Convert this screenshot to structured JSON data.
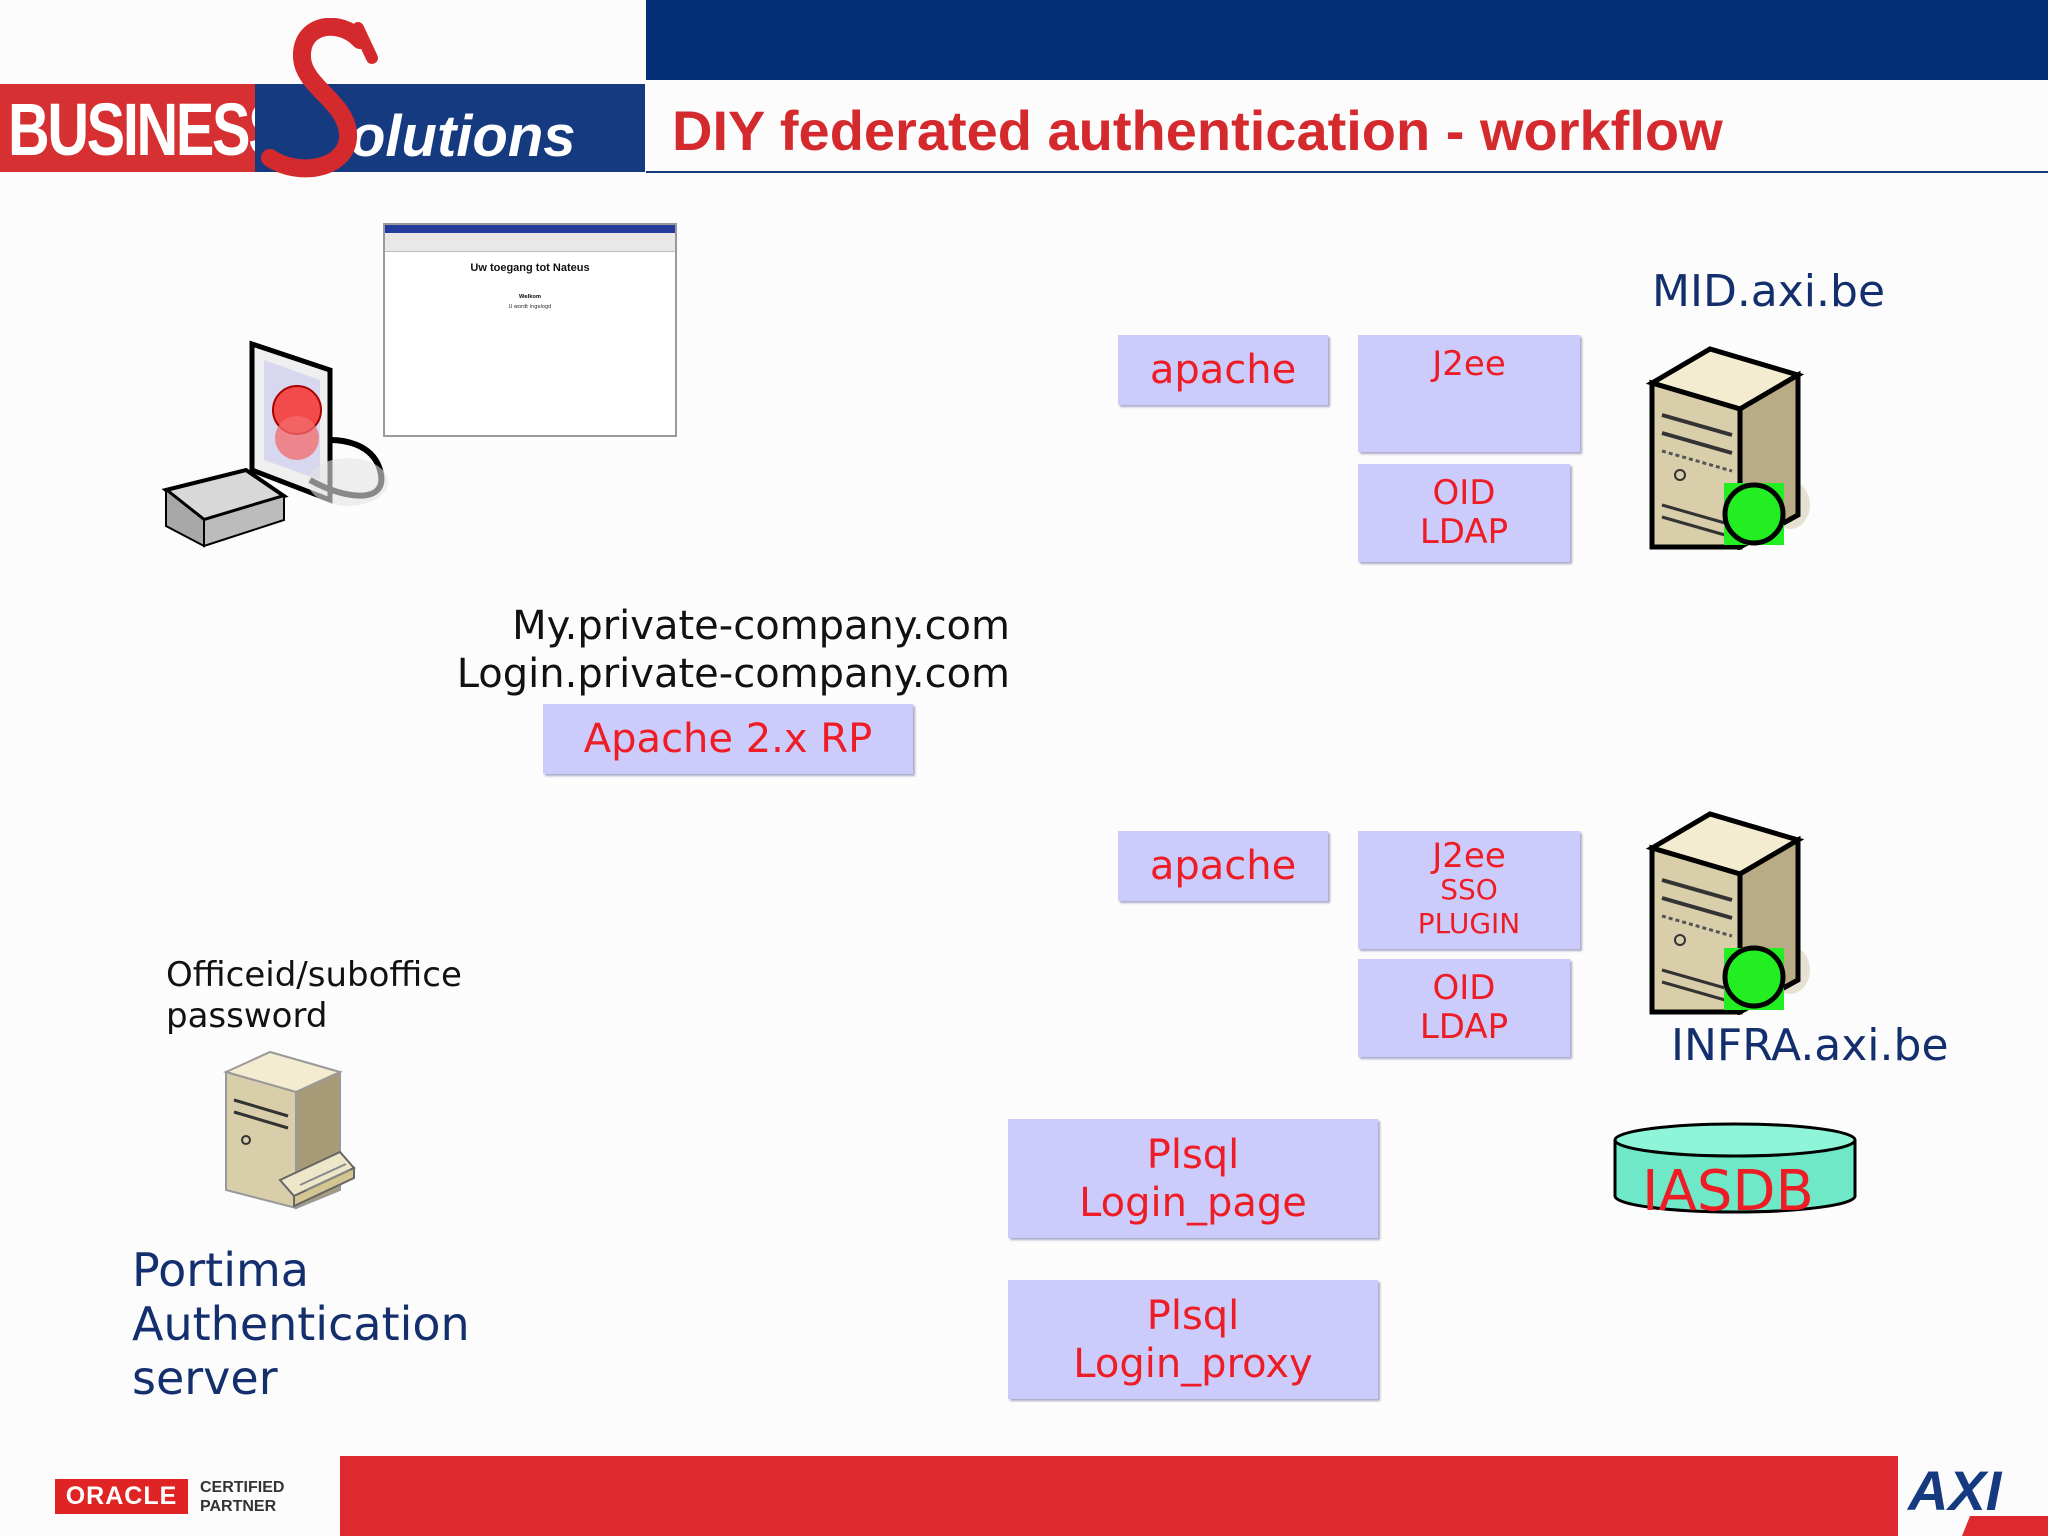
{
  "header": {
    "logo_business": "BUSINESS",
    "logo_solutions": "olutions",
    "title": "DIY federated authentication - workflow"
  },
  "browser": {
    "heading": "Uw toegang tot Nateus",
    "welcome": "Welkom",
    "subtext": "U wordt ingelogd"
  },
  "mid": {
    "hostname": "MID.axi.be",
    "apache": "apache",
    "j2ee": "J2ee",
    "oid_line1": "OID",
    "oid_line2": "LDAP"
  },
  "rp": {
    "domain1": "My.private-company.com",
    "domain2": "Login.private-company.com",
    "box": "Apache 2.x RP"
  },
  "infra": {
    "hostname": "INFRA.axi.be",
    "apache": "apache",
    "j2ee_line1": "J2ee",
    "j2ee_line2": "SSO",
    "j2ee_line3": "PLUGIN",
    "oid_line1": "OID",
    "oid_line2": "LDAP",
    "plsql1_line1": "Plsql",
    "plsql1_line2": "Login_page",
    "plsql2_line1": "Plsql",
    "plsql2_line2": "Login_proxy",
    "db": "IASDB"
  },
  "portima": {
    "cred_line1": "Officeid/suboffice",
    "cred_line2": "password",
    "name_line1": "Portima",
    "name_line2": "Authentication",
    "name_line3": "server"
  },
  "footer": {
    "oracle": "ORACLE",
    "certified": "CERTIFIED",
    "partner": "PARTNER",
    "axi": "AXI"
  },
  "colors": {
    "navy": "#043077",
    "red": "#d42a2d",
    "box_fill": "#ccccfc",
    "box_text": "#ee1c25",
    "status_green": "#22ee22"
  }
}
